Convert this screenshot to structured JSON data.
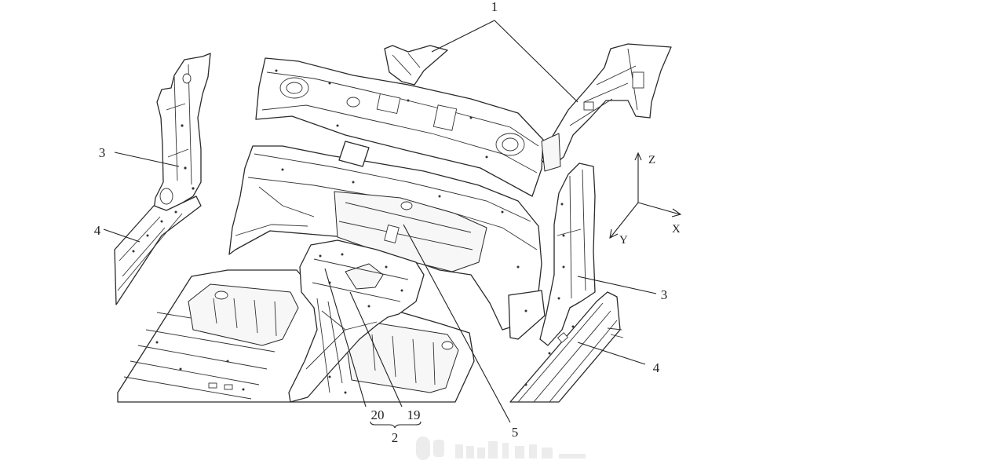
{
  "figure": {
    "callouts": [
      {
        "id": "callout-1",
        "text": "1"
      },
      {
        "id": "callout-3-left",
        "text": "3"
      },
      {
        "id": "callout-4-left",
        "text": "4"
      },
      {
        "id": "callout-3-right",
        "text": "3"
      },
      {
        "id": "callout-4-right",
        "text": "4"
      },
      {
        "id": "callout-20",
        "text": "20"
      },
      {
        "id": "callout-19",
        "text": "19"
      },
      {
        "id": "callout-2",
        "text": "2"
      },
      {
        "id": "callout-5",
        "text": "5"
      }
    ],
    "axes": {
      "z": "Z",
      "y": "Y",
      "x": "X"
    }
  }
}
